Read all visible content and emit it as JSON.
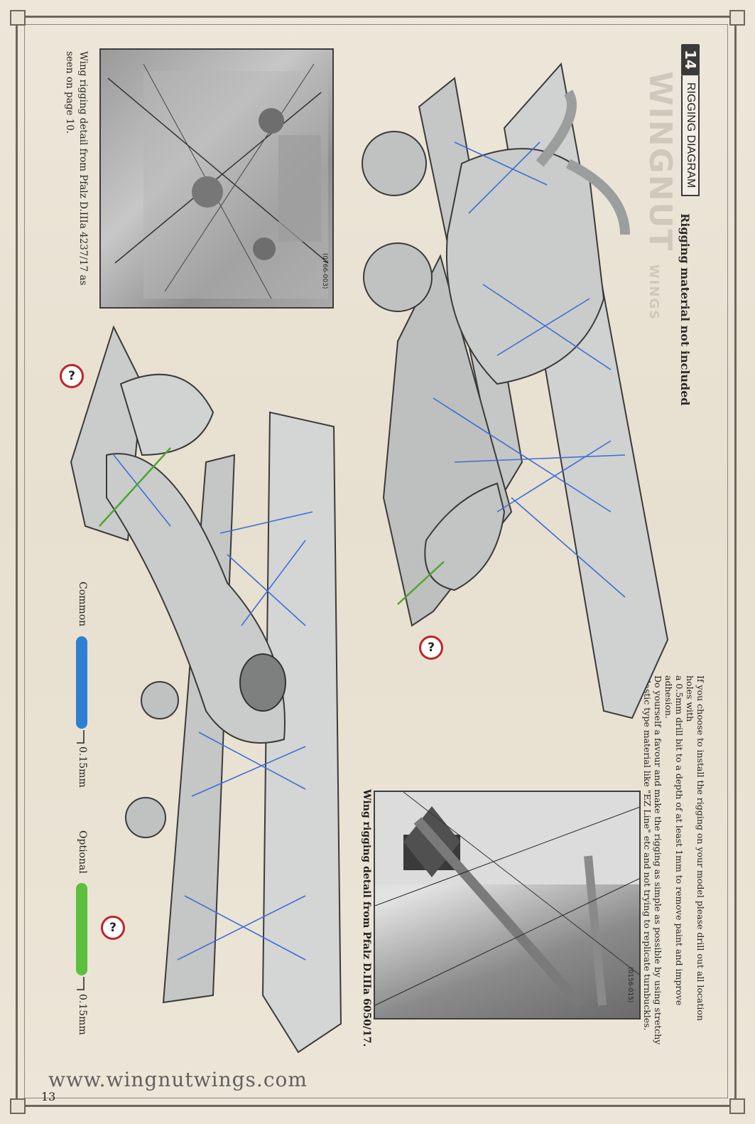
{
  "header": {
    "step_number": "14",
    "title": "RIGGING DIAGRAM",
    "material_note": "Rigging material not included"
  },
  "instructions": {
    "line1": "If you choose to install the rigging on your model please drill out all location holes with",
    "line2": "a 0.5mm drill bit to a depth of at least 1mm to remove paint and improve adhesion.",
    "line3": "Do yourself a favour and make the rigging as simple as possible by using stretchy",
    "line4": "elastic type material like \"EZ Line\" etc and not trying to replicate turnbuckles."
  },
  "photos": {
    "top": {
      "caption_line1": "Wing rigging detail from Pfalz D.IIIa 4237/17 as",
      "caption_line2": "seen on page 10.",
      "ref": "(0766-003)"
    },
    "bottom": {
      "caption": "Wing rigging detail from Pfalz D.IIIa 6050/17.",
      "ref": "(0156-015)"
    }
  },
  "legend": {
    "common_label": "Common",
    "common_size": "0.15mm",
    "optional_label": "Optional",
    "optional_size": "0.15mm",
    "common_color": "#2f7fd0",
    "optional_color": "#5cc03c"
  },
  "markers": {
    "question": "?"
  },
  "watermark": {
    "brand": "WINGNUT",
    "sub": "WINGS"
  },
  "footer": {
    "page_number": "13",
    "website": "www.wingnutwings.com"
  },
  "colors": {
    "rigging_blue": "#3c6fd6",
    "rigging_green": "#4ea62f",
    "model_grey": "#b9bcbb",
    "badge_red": "#c0232b"
  }
}
